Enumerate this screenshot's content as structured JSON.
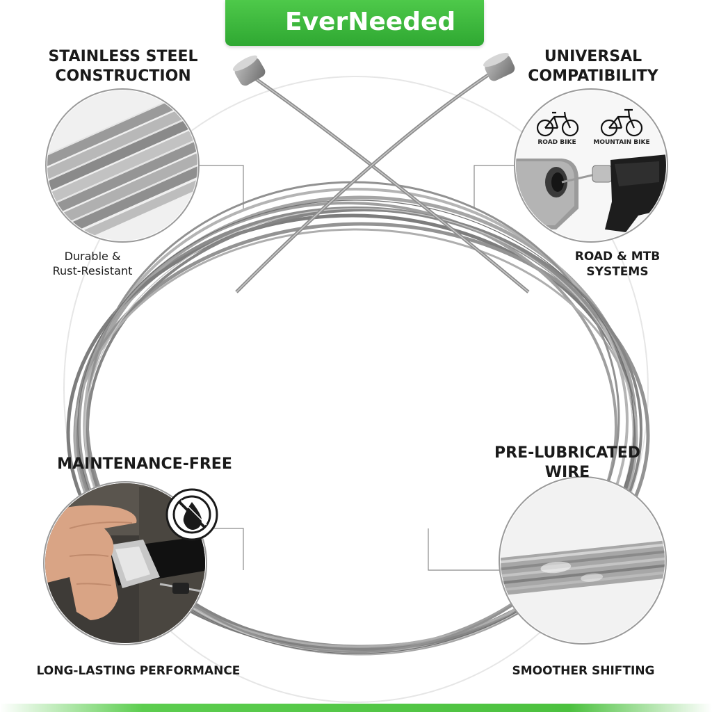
{
  "brand": {
    "name": "EverNeeded",
    "colors": {
      "green": "#3db83a",
      "text": "#1a1a1a",
      "steel": "#9a9a9a"
    },
    "logo_icon": "en-monogram-icon"
  },
  "features": {
    "top_left": {
      "title_line1": "STAINLESS STEEL",
      "title_line2": "CONSTRUCTION",
      "caption_line1": "Durable &",
      "caption_line2": "Rust-Resistant"
    },
    "top_right": {
      "title_line1": "UNIVERSAL",
      "title_line2": "COMPATIBILITY",
      "road_bike_label": "ROAD BIKE",
      "mountain_bike_label": "MOUNTAIN BIKE",
      "caption_line1": "ROAD & MTB",
      "caption_line2": "SYSTEMS"
    },
    "bottom_left": {
      "title": "MAINTENANCE-FREE",
      "caption": "LONG-LASTING PERFORMANCE",
      "badge_icon": "no-oil-drop-icon"
    },
    "bottom_right": {
      "title_line1": "PRE-LUBRICATED",
      "title_line2": "WIRE",
      "caption": "SMOOTHER SHIFTING"
    }
  }
}
